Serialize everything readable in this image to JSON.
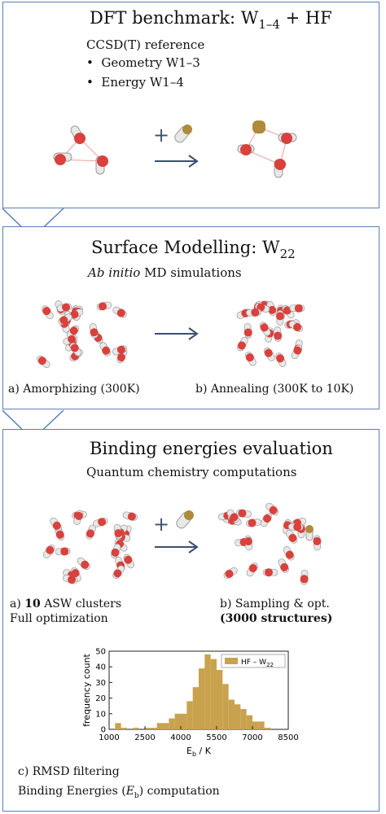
{
  "panel1": {
    "title_prefix": "DFT benchmark: W",
    "title_sub": "1–4",
    "title_suffix": " + HF",
    "reference": "CCSD(T) reference",
    "bullets": [
      "Geometry W1–3",
      "Energy W1–4"
    ],
    "plus": "+"
  },
  "panel2": {
    "title_prefix": "Surface Modelling: W",
    "title_sub": "22",
    "method_italic": "Ab initio",
    "method_rest": " MD simulations",
    "step_a": "a) Amorphizing (300K)",
    "step_b": "b) Annealing (300K to 10K)"
  },
  "panel3": {
    "title": "Binding energies evaluation",
    "subtitle": "Quantum chemistry computations",
    "plus": "+",
    "step_a_line1": "a) 10 ASW clusters",
    "step_a_line2": "Full optimization",
    "step_b_line1": "b) Sampling & opt.",
    "step_b_line2": "(3000 structures)",
    "step_c": "c) RMSD filtering",
    "final_prefix": "Binding Energies (",
    "final_symbol": "E",
    "final_sub": "b",
    "final_suffix": ") computation"
  },
  "colors": {
    "border": "#5b7fb8",
    "bar": "#c9a24e",
    "oxygen": "#d9413c",
    "hydrogen": "#e8e8e8",
    "arrow": "#3a5070"
  },
  "chart_data": {
    "type": "bar",
    "xlabel_main": "E",
    "xlabel_sub": "b",
    "xlabel_unit": " / K",
    "ylabel": "frequency count",
    "legend_main": "HF – W",
    "legend_sub": "22",
    "legend_position": "top-right",
    "xlim": [
      1000,
      8500
    ],
    "ylim": [
      0,
      50
    ],
    "xticks": [
      1000,
      2500,
      4000,
      5500,
      7000,
      8500
    ],
    "yticks": [
      0,
      10,
      20,
      30,
      40,
      50
    ],
    "bin_width": 250,
    "bin_starts": [
      1250,
      1500,
      1750,
      2000,
      2250,
      2500,
      2750,
      3000,
      3250,
      3500,
      3750,
      4000,
      4250,
      4500,
      4750,
      5000,
      5250,
      5500,
      5750,
      6000,
      6250,
      6500,
      6750,
      7000,
      7250,
      7500,
      7750
    ],
    "values": [
      4,
      1,
      0,
      1,
      0,
      1,
      1,
      4,
      4,
      7,
      10,
      10,
      18,
      27,
      39,
      48,
      45,
      38,
      29,
      19,
      16,
      13,
      9,
      5,
      5,
      1,
      0
    ]
  }
}
